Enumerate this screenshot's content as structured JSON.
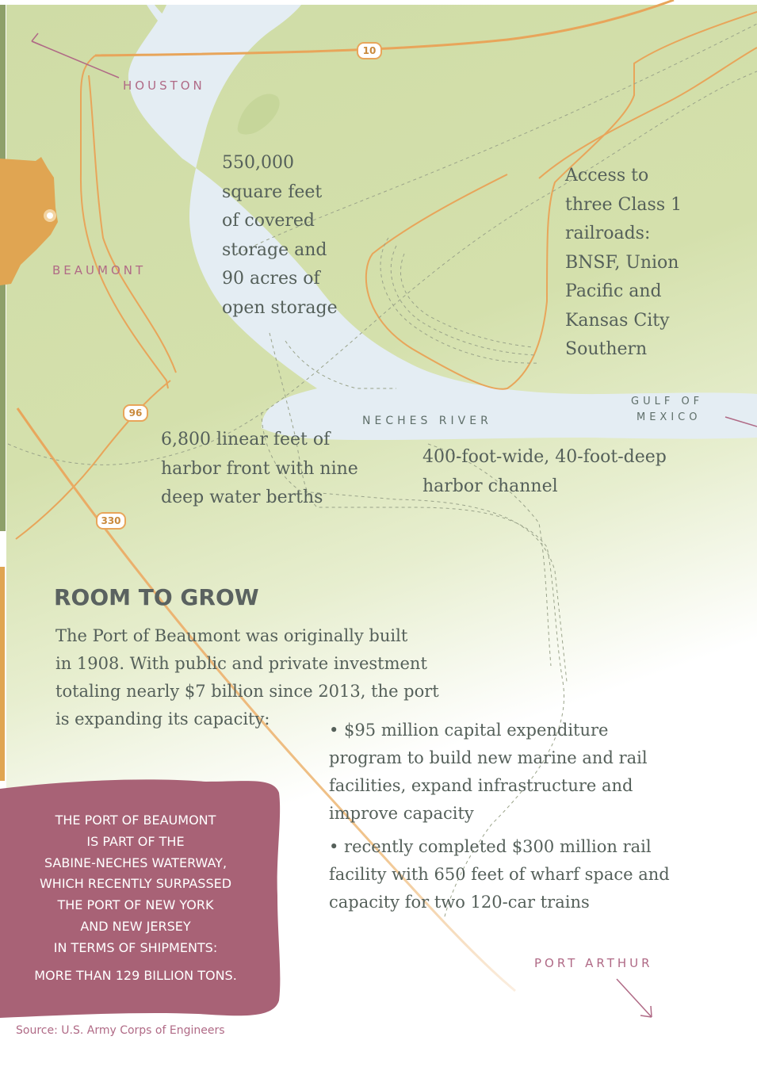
{
  "map": {
    "cities": {
      "houston": "HOUSTON",
      "beaumont": "BEAUMONT",
      "port_arthur": "PORT ARTHUR"
    },
    "water_labels": {
      "neches_river": "NECHES RIVER",
      "gulf_line1": "GULF OF",
      "gulf_line2": "MEXICO"
    },
    "highways": {
      "i10": "10",
      "us96": "96",
      "sh330": "330"
    },
    "callouts": {
      "storage": [
        "550,000",
        "square feet",
        "of covered",
        "storage and",
        "90 acres of",
        "open storage"
      ],
      "railroads": [
        "Access to",
        "three Class 1",
        "railroads:",
        "BNSF, Union",
        "Pacific and",
        "Kansas City",
        "Southern"
      ],
      "harbor_front": [
        "6,800 linear feet of",
        "harbor front with nine",
        "deep water berths"
      ],
      "channel": [
        "400-foot-wide, 40-foot-deep",
        "harbor channel"
      ]
    },
    "colors": {
      "land": "#cfdca6",
      "river": "#e4edf3",
      "road": "#e8a55a",
      "texas": "#e0a552",
      "accent_pink": "#a86276"
    }
  },
  "article": {
    "heading": "ROOM TO GROW",
    "intro_lines": [
      "The Port of Beaumont was originally built",
      "in 1908. With public and private investment",
      "totaling nearly $7 billion since 2013, the port",
      "is expanding its capacity:"
    ],
    "bullet1_lines": [
      "• $95 million capital expenditure",
      "program to build new marine and rail",
      "facilities, expand infrastructure and",
      "improve capacity"
    ],
    "bullet2_lines": [
      "• recently completed $300 million rail",
      "facility with 650 feet of wharf space and",
      "capacity for two 120-car trains"
    ]
  },
  "fact_box": {
    "lines": [
      "THE PORT OF BEAUMONT",
      "IS PART OF THE",
      "SABINE-NECHES WATERWAY,",
      "WHICH RECENTLY SURPASSED",
      "THE PORT OF NEW YORK",
      "AND NEW JERSEY",
      "IN TERMS OF SHIPMENTS:"
    ],
    "highlight": "MORE THAN 129 BILLION TONS."
  },
  "source": "Source: U.S. Army Corps of Engineers"
}
